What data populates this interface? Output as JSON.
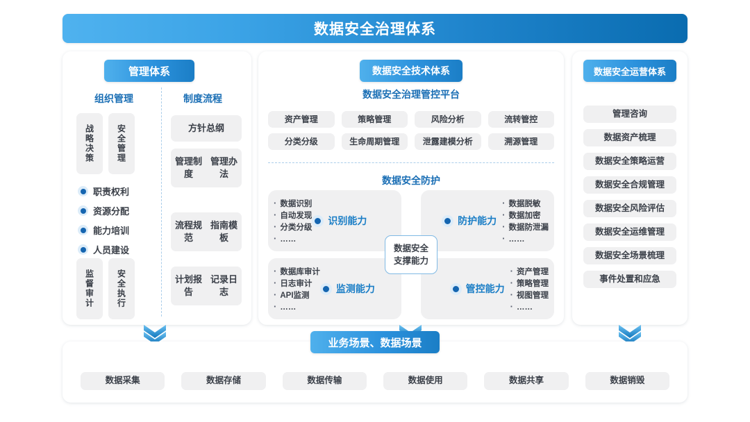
{
  "header": {
    "title": "数据安全治理体系"
  },
  "colors": {
    "brand_light": "#4fb2ef",
    "brand_dark": "#0a6cb0",
    "accent_blue": "#1b7ec6",
    "pill_bg": "#f0f0f1",
    "text_dark": "#3b4049"
  },
  "management": {
    "badge": "管理体系",
    "org_heading": "组织管理",
    "process_heading": "制度流程",
    "org_vboxes_top": [
      "战略决策",
      "安全管理"
    ],
    "org_vboxes_bottom": [
      "监督审计",
      "安全执行"
    ],
    "org_dots": [
      "职责权利",
      "资源分配",
      "能力培训",
      "人员建设"
    ],
    "process_items": [
      "方针总纲",
      "管理制度\n管理办法",
      "流程规范\n指南模板",
      "计划报告\n记录日志"
    ]
  },
  "technology": {
    "badge": "数据安全技术体系",
    "platform_heading": "数据安全治理管控平台",
    "platform_items": [
      "资产管理",
      "策略管理",
      "风险分析",
      "流转管控",
      "分类分级",
      "生命周期管理",
      "泄露建模分析",
      "溯源管理"
    ],
    "protection_heading": "数据安全防护",
    "center_badge": "数据安全\n支撑能力",
    "quadrants": [
      {
        "capability": "识别能力",
        "items": [
          "数据识别",
          "自动发现",
          "分类分级",
          "……"
        ],
        "label_side": "right"
      },
      {
        "capability": "防护能力",
        "items": [
          "数据脱敏",
          "数据加密",
          "数据防泄漏",
          "……"
        ],
        "label_side": "left"
      },
      {
        "capability": "监测能力",
        "items": [
          "数据库审计",
          "日志审计",
          "API监测",
          "……"
        ],
        "label_side": "right"
      },
      {
        "capability": "管控能力",
        "items": [
          "资产管理",
          "策略管理",
          "视图管理",
          "……"
        ],
        "label_side": "left"
      }
    ]
  },
  "operations": {
    "badge": "数据安全运营体系",
    "items": [
      "管理咨询",
      "数据资产梳理",
      "数据安全策略运营",
      "数据安全合规管理",
      "数据安全风险评估",
      "数据安全运维管理",
      "数据安全场景梳理",
      "事件处置和应急"
    ]
  },
  "scenarios": {
    "badge": "业务场景、数据场景",
    "items": [
      "数据采集",
      "数据存储",
      "数据传输",
      "数据使用",
      "数据共享",
      "数据销毁"
    ]
  }
}
